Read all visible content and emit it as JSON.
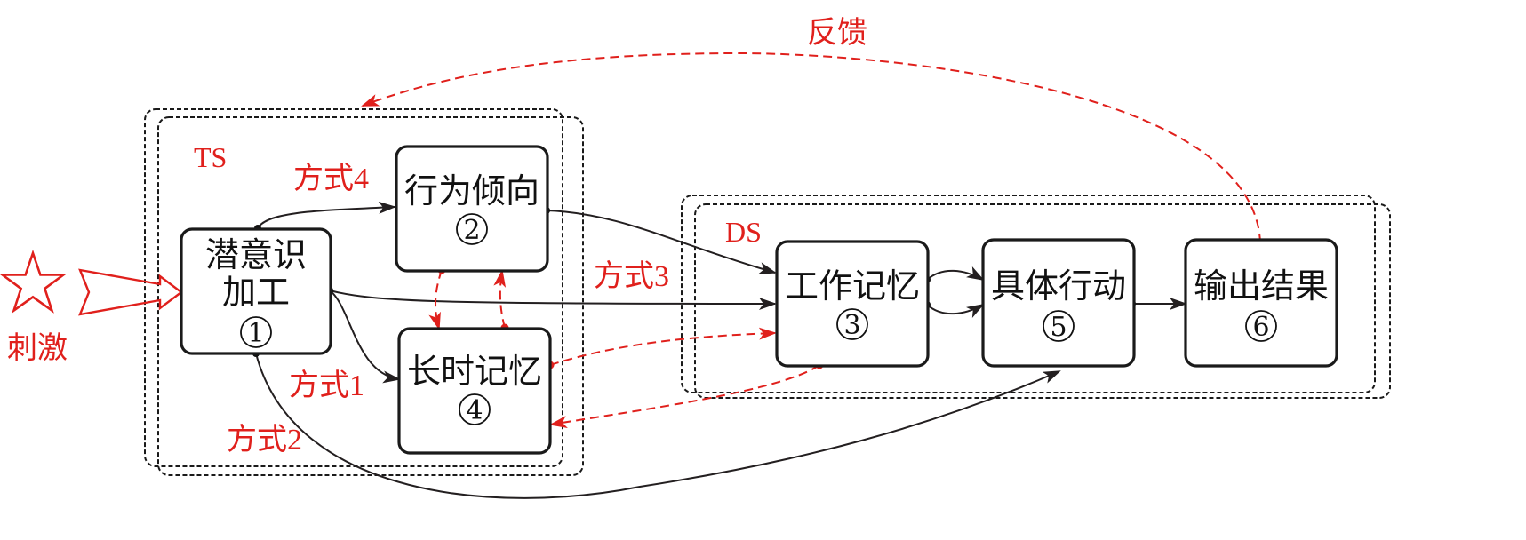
{
  "colors": {
    "accent": "#e0201c",
    "line": "#231f20"
  },
  "regions": {
    "ts_label": "TS",
    "ds_label": "DS"
  },
  "stimulus": {
    "label": "刺激",
    "icon": "star-icon"
  },
  "feedback_label": "反馈",
  "nodes": [
    {
      "id": "n1",
      "lines": [
        "潜意识",
        "加工"
      ],
      "number": "1"
    },
    {
      "id": "n2",
      "lines": [
        "行为倾向"
      ],
      "number": "2"
    },
    {
      "id": "n3",
      "lines": [
        "工作记忆"
      ],
      "number": "3"
    },
    {
      "id": "n4",
      "lines": [
        "长时记忆"
      ],
      "number": "4"
    },
    {
      "id": "n5",
      "lines": [
        "具体行动"
      ],
      "number": "5"
    },
    {
      "id": "n6",
      "lines": [
        "输出结果"
      ],
      "number": "6"
    }
  ],
  "modes": {
    "mode1": "方式1",
    "mode2": "方式2",
    "mode3": "方式3",
    "mode4": "方式4"
  }
}
